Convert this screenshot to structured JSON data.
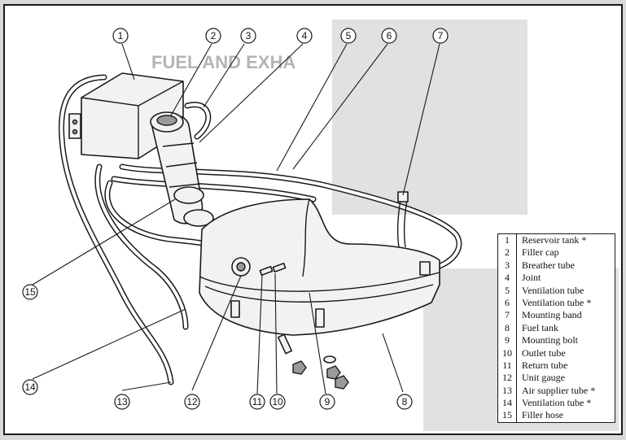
{
  "callouts": [
    "1",
    "2",
    "3",
    "4",
    "5",
    "6",
    "7",
    "8",
    "9",
    "10",
    "11",
    "12",
    "13",
    "14",
    "15"
  ],
  "legend": [
    {
      "num": "1",
      "label": "Reservoir tank *"
    },
    {
      "num": "2",
      "label": "Filler cap"
    },
    {
      "num": "3",
      "label": "Breather tube"
    },
    {
      "num": "4",
      "label": "Joint"
    },
    {
      "num": "5",
      "label": "Ventilation tube"
    },
    {
      "num": "6",
      "label": "Ventilation tube *"
    },
    {
      "num": "7",
      "label": "Mounting band"
    },
    {
      "num": "8",
      "label": "Fuel tank"
    },
    {
      "num": "9",
      "label": "Mounting bolt"
    },
    {
      "num": "10",
      "label": "Outlet tube"
    },
    {
      "num": "11",
      "label": "Return tube"
    },
    {
      "num": "12",
      "label": "Unit gauge"
    },
    {
      "num": "13",
      "label": "Air supplier tube *"
    },
    {
      "num": "14",
      "label": "Ventilation tube *"
    },
    {
      "num": "15",
      "label": "Filler hose"
    }
  ],
  "background": {
    "heading": "FUEL AND EXHA"
  }
}
